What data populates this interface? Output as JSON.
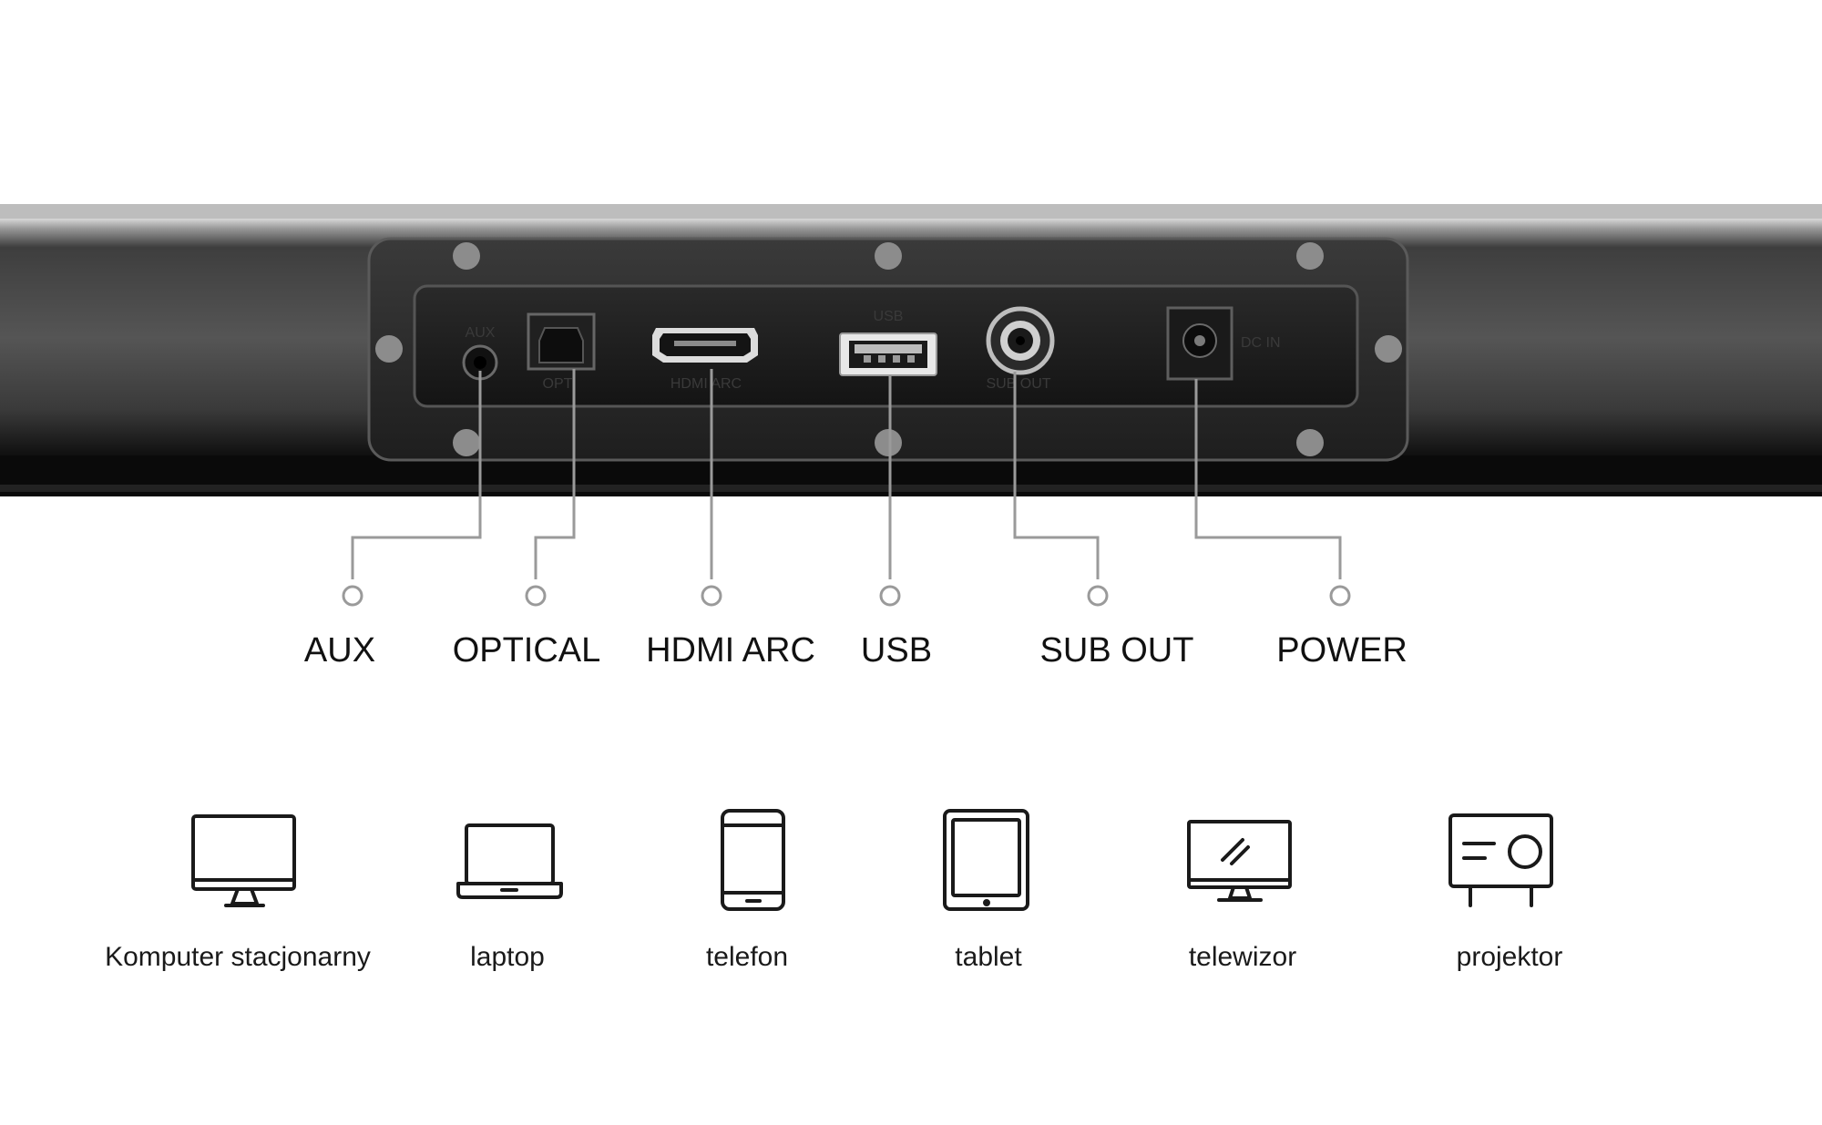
{
  "ports": [
    {
      "id": "aux",
      "label": "AUX"
    },
    {
      "id": "optical",
      "label": "OPTICAL"
    },
    {
      "id": "hdmi",
      "label": "HDMI ARC"
    },
    {
      "id": "usb",
      "label": "USB"
    },
    {
      "id": "sub",
      "label": "SUB OUT"
    },
    {
      "id": "power",
      "label": "POWER"
    }
  ],
  "panel_print": {
    "aux": "AUX",
    "opt": "OPT",
    "hdmi": "HDMI ARC",
    "usb": "USB",
    "sub": "SUB OUT",
    "dcin": "DC IN"
  },
  "devices": [
    {
      "id": "desktop",
      "label": "Komputer stacjonarny",
      "icon": "desktop-monitor-icon"
    },
    {
      "id": "laptop",
      "label": "laptop",
      "icon": "laptop-icon"
    },
    {
      "id": "phone",
      "label": "telefon",
      "icon": "smartphone-icon"
    },
    {
      "id": "tablet",
      "label": "tablet",
      "icon": "tablet-icon"
    },
    {
      "id": "tv",
      "label": "telewizor",
      "icon": "tv-icon"
    },
    {
      "id": "projector",
      "label": "projektor",
      "icon": "projector-icon"
    }
  ],
  "colors": {
    "callout": "#9a9a9a",
    "icon": "#1a1a1a",
    "bar": "#2b2b2b",
    "panel": "#1c1c1c"
  }
}
